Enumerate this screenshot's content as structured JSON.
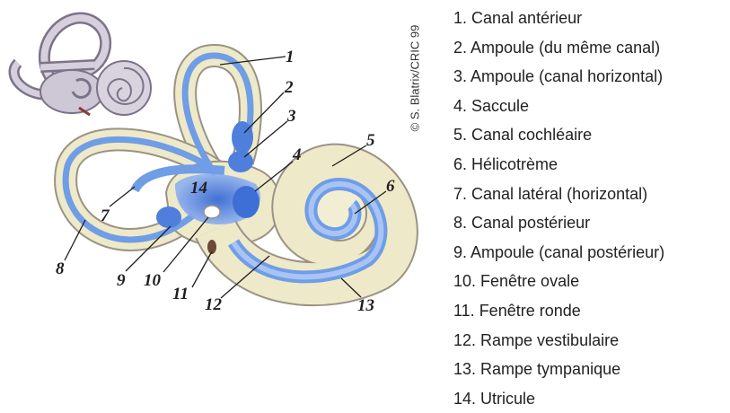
{
  "credit": "© S. Blatrix/CRIC 99",
  "legend": [
    "1. Canal antérieur",
    "2. Ampoule (du même canal)",
    "3. Ampoule (canal horizontal)",
    "4. Saccule",
    "5. Canal cochléaire",
    "6. Hélicotrème",
    "7. Canal latéral (horizontal)",
    "8. Canal postérieur",
    "9. Ampoule (canal postérieur)",
    "10. Fenêtre ovale",
    "11. Fenêtre ronde",
    "12. Rampe vestibulaire",
    "13. Rampe tympanique",
    "14. Utricule"
  ],
  "markers": [
    "1",
    "2",
    "3",
    "4",
    "5",
    "6",
    "7",
    "8",
    "9",
    "10",
    "11",
    "12",
    "13",
    "14"
  ],
  "colors": {
    "membrane": "#5f8fe0",
    "bone": "#eee9c8",
    "outline": "#9a9385",
    "inset": "#cec8d6"
  }
}
